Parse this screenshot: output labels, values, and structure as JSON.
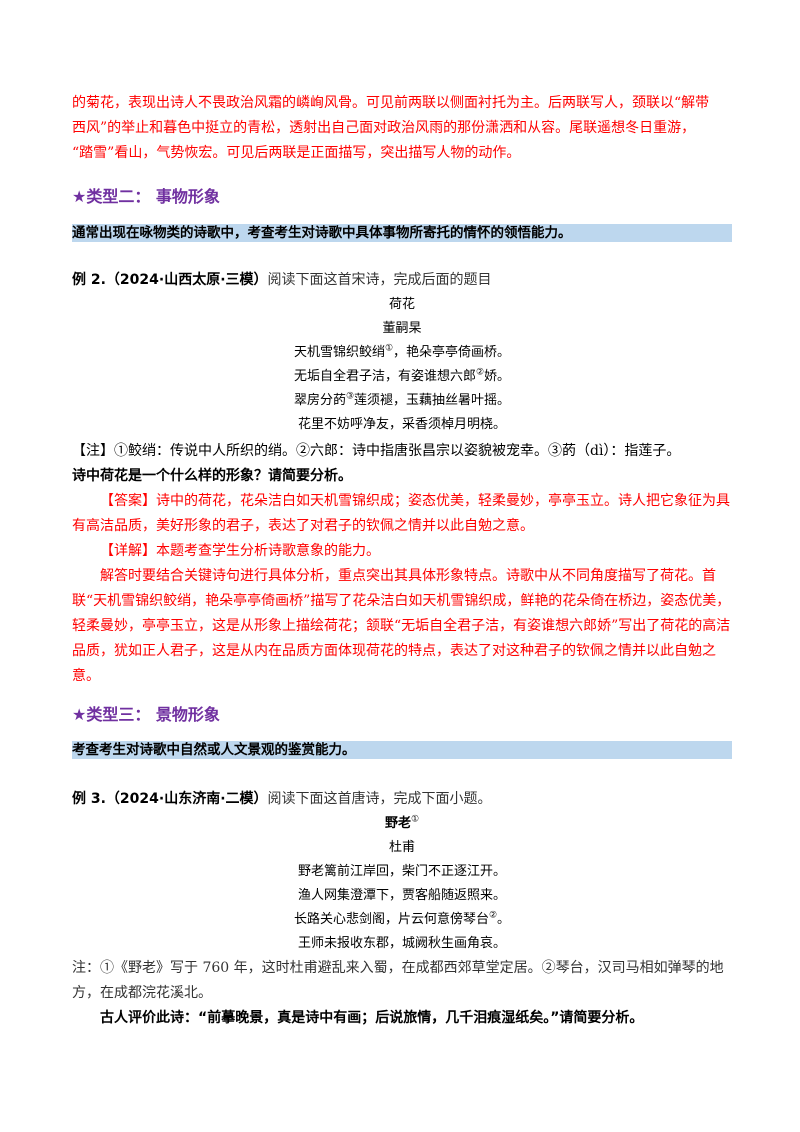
{
  "section1_continued": {
    "lines": [
      "的菊花，表现出诗人不畏政治风霜的嶙峋风骨。可见前两联以侧面衬托为主。后两联写人，颈联以“解带",
      "西风”的举止和暮色中挺立的青松，透射出自己面对政治风雨的那份潇洒和从容。尾联遥想冬日重游，",
      "“踏雪”看山，气势恢宏。可见后两联是正面描写，突出描写人物的动作。"
    ]
  },
  "type2": {
    "heading": "★类型二：  事物形象",
    "description": "通常出现在咏物类的诗歌中，考查考生对诗歌中具体事物所寄托的情怀的领悟能力。",
    "example_label": "例 2.（2024·山西太原·三模）",
    "example_prompt": "阅读下面这首宋诗，完成后面的题目",
    "poem": {
      "title": "荷花",
      "author": "董嗣杲",
      "lines": [
        {
          "a": "天机雪锦织鲛绡",
          "sup": "①",
          "b": "，艳朵亭亭倚画桥。"
        },
        {
          "a": "无垢自全君子洁，有姿谁想六郎",
          "sup": "②",
          "b": "娇。"
        },
        {
          "a": "翠房分菂",
          "sup": "③",
          "b": "莲须褪，玉藕抽丝暑叶摇。"
        },
        {
          "a": "花里不妨呼净友，采香须棹月明桡。",
          "sup": "",
          "b": ""
        }
      ]
    },
    "note": "【注】①鲛绡：传说中人所织的绡。②六郎：诗中指唐张昌宗以姿貌被宠幸。③菂（dì）：指莲子。",
    "question": "诗中荷花是一个什么样的形象？请简要分析。",
    "answer": "【答案】诗中的荷花，花朵洁白如天机雪锦织成；姿态优美，轻柔曼妙，亭亭玉立。诗人把它象征为具有高洁品质，美好形象的君子，表达了对君子的钦佩之情并以此自勉之意。",
    "detail_label": "【详解】本题考查学生分析诗歌意象的能力。",
    "detail_body": "解答时要结合关键诗句进行具体分析，重点突出其具体形象特点。诗歌中从不同角度描写了荷花。首联“天机雪锦织鲛绡，艳朵亭亭倚画桥”描写了花朵洁白如天机雪锦织成，鲜艳的花朵倚在桥边，姿态优美，轻柔曼妙，亭亭玉立，这是从形象上描绘荷花；颔联“无垢自全君子洁，有姿谁想六郎娇”写出了荷花的高洁品质，犹如正人君子，这是从内在品质方面体现荷花的特点，表达了对这种君子的钦佩之情并以此自勉之意。"
  },
  "type3": {
    "heading": "★类型三：  景物形象",
    "description": "考查考生对诗歌中自然或人文景观的鉴赏能力。",
    "example_label": "例 3.（2024·山东济南·二模）",
    "example_prompt": "阅读下面这首唐诗，完成下面小题。",
    "poem": {
      "title": "野老",
      "title_sup": "①",
      "author": "杜甫",
      "lines": [
        {
          "a": "野老篱前江岸回，柴门不正逐江开。",
          "sup": "",
          "b": ""
        },
        {
          "a": "渔人网集澄潭下，贾客船随返照来。",
          "sup": "",
          "b": ""
        },
        {
          "a": "长路关心悲剑阁，片云何意傍琴台",
          "sup": "②",
          "b": "。"
        },
        {
          "a": "王师未报收东郡，城阙秋生画角哀。",
          "sup": "",
          "b": ""
        }
      ]
    },
    "note": "注：①《野老》写于 760 年，这时杜甫避乱来入蜀，在成都西郊草堂定居。②琴台，汉司马相如弹琴的地方，在成都浣花溪北。",
    "question": "古人评价此诗：“前摹晚景，真是诗中有画；后说旅情，几千泪痕湿纸矣。”请简要分析。"
  },
  "colors": {
    "answer_red": "#ff0000",
    "heading_purple": "#7030a0",
    "highlight_blue": "#bdd7ee"
  }
}
